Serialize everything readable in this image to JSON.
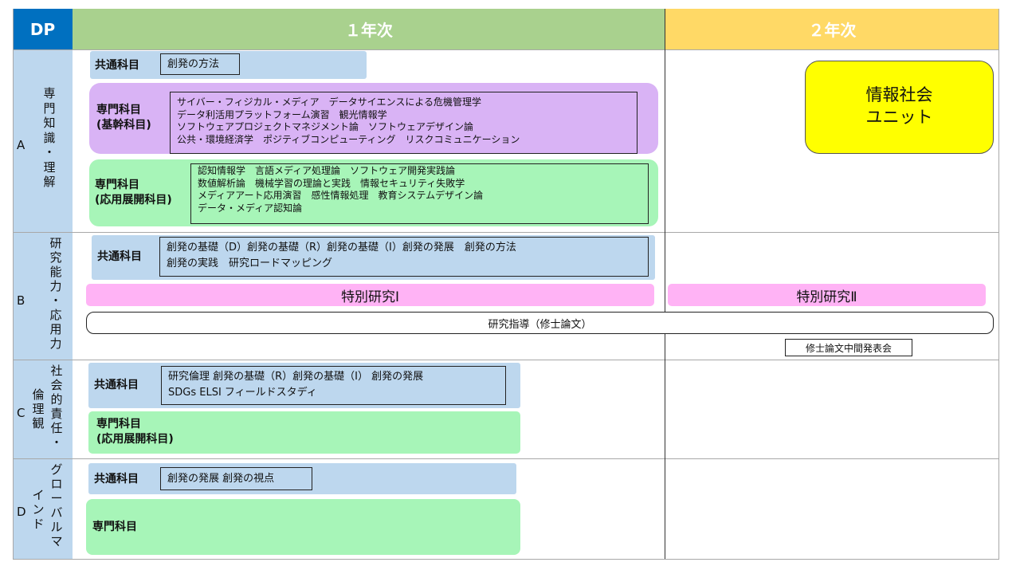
{
  "header": {
    "dp": "DP",
    "year1": "１年次",
    "year2": "２年次"
  },
  "colors": {
    "dp_header": "#0070c0",
    "year1_header": "#a9d18e",
    "year2_header": "#ffd966",
    "dp_column": "#bdd7ee",
    "common": "#bdd7ee",
    "core": "#d9b3f5",
    "applied": "#a7f5b8",
    "special_research": "#ffb3f5",
    "unit": "#ffff00"
  },
  "rows": {
    "A": {
      "letter": "A",
      "label": "専\n門\n知\n識\n・\n理\n解"
    },
    "B": {
      "letter": "B",
      "label": "研\n究\n能\n力\n・\n応\n用\n力"
    },
    "C": {
      "letter": "C",
      "label_col1": "社\n会\n的\n責\n任\n・",
      "label_col2": "倫\n理\n観"
    },
    "D": {
      "letter": "D",
      "label_col1": "グ\nロ\nー\nバ\nル\nマ",
      "label_col2": "イ\nン\nド"
    }
  },
  "sectionA": {
    "common_label": "共通科目",
    "common_courses": "創発の方法",
    "core_label": "専門科目\n(基幹科目)",
    "core_courses": "サイバー・フィジカル・メディア　データサイエンスによる危機管理学\nデータ利活用プラットフォーム演習　観光情報学\nソフトウェアプロジェクトマネジメント論　ソフトウェアデザイン論\n公共・環境経済学　ポジティブコンピューティング　リスクコミュニケーション",
    "applied_label": "専門科目\n(応用展開科目)",
    "applied_courses": "認知情報学　言語メディア処理論　ソフトウェア開発実践論\n数値解析論　機械学習の理論と実践　情報セキュリティ失敗学\nメディアアート応用演習　感性情報処理　教育システムデザイン論\nデータ・メディア認知論",
    "unit": "情報社会\nユニット"
  },
  "sectionB": {
    "common_label": "共通科目",
    "common_courses": "創発の基礎（D）創発の基礎（R）創発の基礎（I）創発の発展　創発の方法\n創発の実践　研究ロードマッピング",
    "special1": "特別研究Ⅰ",
    "special2": "特別研究Ⅱ",
    "guidance": "研究指導（修士論文）",
    "midterm": "修士論文中間発表会"
  },
  "sectionC": {
    "common_label": "共通科目",
    "common_courses": "研究倫理 創発の基礎（R）創発の基礎（I） 創発の発展\nSDGs ELSI フィールドスタディ",
    "applied_label": "専門科目\n(応用展開科目)"
  },
  "sectionD": {
    "common_label": "共通科目",
    "common_courses": "創発の発展 創発の視点",
    "specialty_label": "専門科目"
  }
}
